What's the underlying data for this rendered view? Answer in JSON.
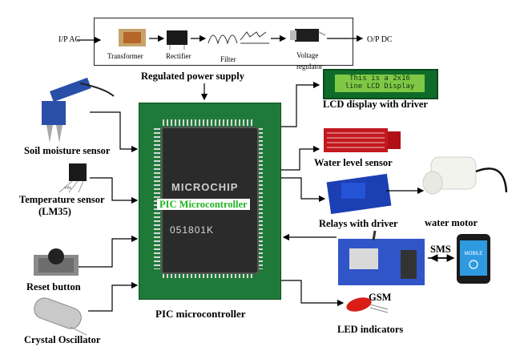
{
  "power_supply": {
    "input_label": "I/P AC",
    "output_label": "O/P DC",
    "stages": [
      "Transformer",
      "Rectifier",
      "Filter",
      "Voltage regulator"
    ],
    "caption": "Regulated power supply"
  },
  "mcu": {
    "chip_brand": "MICROCHIP",
    "chip_code": "051801K",
    "overlay_label": "PIC Microcontroller",
    "caption": "PIC microcontroller"
  },
  "inputs": {
    "soil": "Soil moisture sensor",
    "temp": "Temperature sensor",
    "temp_model": "(LM35)",
    "reset": "Reset button",
    "crystal": "Crystal Oscillator"
  },
  "outputs": {
    "lcd": "LCD display with driver",
    "lcd_text_line1": "This is a 2x16",
    "lcd_text_line2": "line LCD Display",
    "water_level": "Water  level sensor",
    "relays": "Relays with driver",
    "motor": "water motor",
    "gsm": "GSM",
    "sms": "SMS",
    "mobile": "MOBILE",
    "led": "LED indicators"
  },
  "colors": {
    "pcb": "#1f7a3a",
    "chip": "#2b2b2b",
    "mcu_overlay_text": "#33cc33",
    "relay_blue": "#1c3fb3",
    "led_red": "#d91e18",
    "gsm_board": "#2f55c9"
  }
}
